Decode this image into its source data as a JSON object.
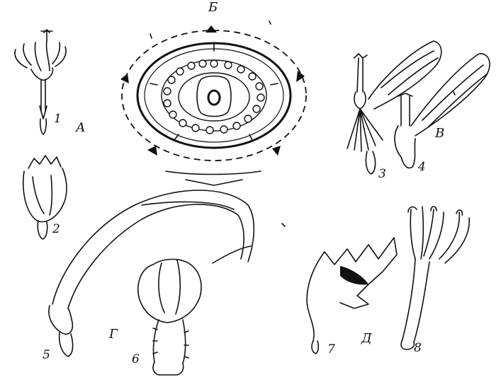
{
  "labels": {
    "letters": {
      "A": "А",
      "B": "Б",
      "V": "В",
      "G": "Г",
      "D": "Д"
    },
    "numbers": {
      "n1": "1",
      "n2": "2",
      "n3": "3",
      "n4": "4",
      "n5": "5",
      "n6": "6",
      "n7": "7",
      "n8": "8"
    }
  }
}
